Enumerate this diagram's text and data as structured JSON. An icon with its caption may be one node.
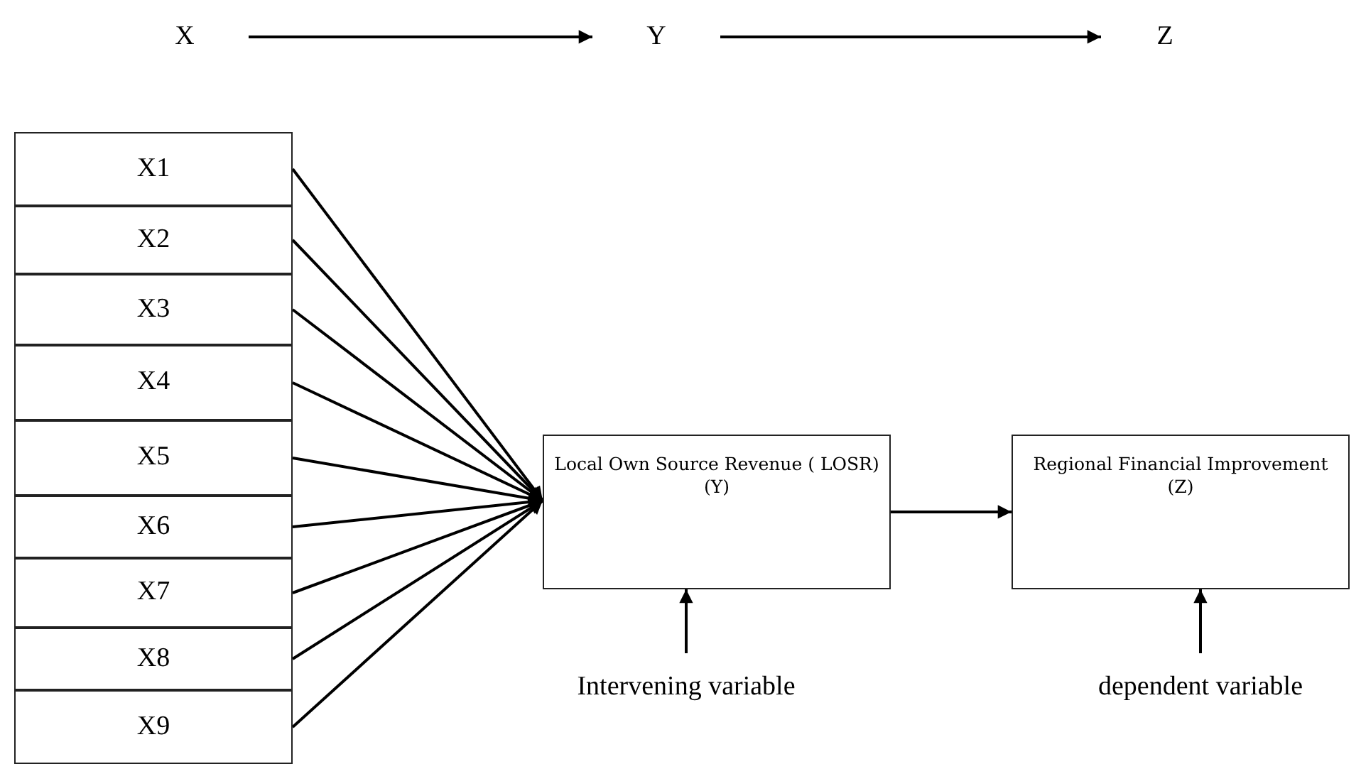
{
  "diagram": {
    "nodes": [
      {
        "text": [
          "X"
        ]
      },
      {
        "text": [
          "Y"
        ]
      },
      {
        "text": [
          "Z"
        ]
      },
      {
        "text": [
          "X1"
        ]
      },
      {
        "text": [
          "X2"
        ]
      },
      {
        "text": [
          "X3"
        ]
      },
      {
        "text": [
          "X4"
        ]
      },
      {
        "text": [
          "X5"
        ]
      },
      {
        "text": [
          "X6"
        ]
      },
      {
        "text": [
          "X7"
        ]
      },
      {
        "text": [
          "X8"
        ]
      },
      {
        "text": [
          "X9"
        ]
      },
      {
        "text": [
          "Local Own Source Revenue ( LOSR)",
          "(Y)"
        ]
      },
      {
        "text": [
          "Regional Financial Improvement",
          "(Z)"
        ]
      },
      {
        "text": [
          "Intervening variable"
        ]
      },
      {
        "text": [
          "dependent variable"
        ]
      }
    ],
    "edges": [
      {
        "from": 0,
        "to": 1,
        "arrow": "to"
      },
      {
        "from": 1,
        "to": 2,
        "arrow": "to"
      },
      {
        "from": 3,
        "to": 12,
        "arrow": "to"
      },
      {
        "from": 4,
        "to": 12,
        "arrow": "to"
      },
      {
        "from": 5,
        "to": 12,
        "arrow": "to"
      },
      {
        "from": 6,
        "to": 12,
        "arrow": "to"
      },
      {
        "from": 7,
        "to": 12,
        "arrow": "to"
      },
      {
        "from": 8,
        "to": 12,
        "arrow": "to"
      },
      {
        "from": 9,
        "to": 12,
        "arrow": "to"
      },
      {
        "from": 10,
        "to": 12,
        "arrow": "to"
      },
      {
        "from": 11,
        "to": 12,
        "arrow": "to"
      },
      {
        "from": 12,
        "to": 13,
        "arrow": "to"
      },
      {
        "from": 14,
        "to": 12,
        "arrow": "to"
      },
      {
        "from": 15,
        "to": 13,
        "arrow": "to"
      }
    ]
  }
}
